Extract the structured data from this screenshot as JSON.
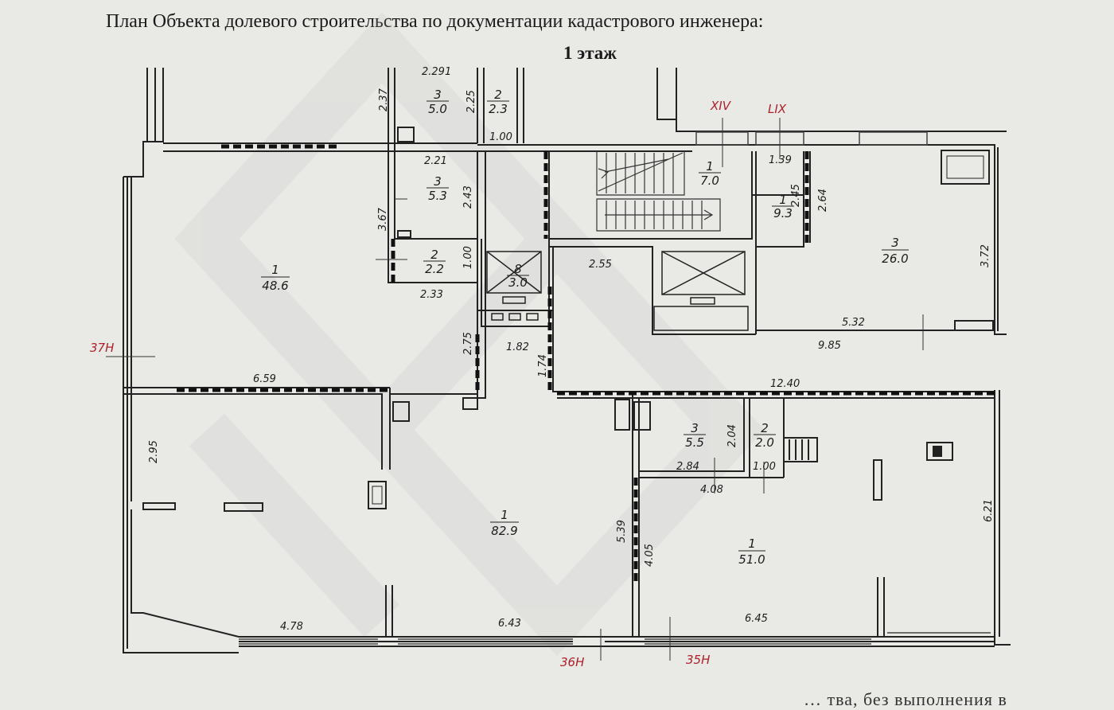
{
  "header": {
    "title": "План Объекта долевого строительства по документации кадастрового инженера:",
    "floor": "1 этаж"
  },
  "footer": {
    "partial_text": "… тва, без выполнения в"
  },
  "axes": {
    "xiv": "XIV",
    "lix": "LIX",
    "h37": "37Н",
    "h36": "36Н",
    "h35": "35Н"
  },
  "rooms": [
    {
      "id": "r1",
      "num": "1",
      "area": "48.6"
    },
    {
      "id": "r2",
      "num": "1",
      "area": "82.9"
    },
    {
      "id": "r3",
      "num": "1",
      "area": "51.0"
    },
    {
      "id": "r4",
      "num": "3",
      "area": "26.0"
    },
    {
      "id": "r5",
      "num": "3",
      "area": "5.0"
    },
    {
      "id": "r6",
      "num": "2",
      "area": "2.3"
    },
    {
      "id": "r7",
      "num": "3",
      "area": "5.3"
    },
    {
      "id": "r8",
      "num": "2",
      "area": "2.2"
    },
    {
      "id": "r9",
      "num": "8",
      "area": "3.0"
    },
    {
      "id": "r10",
      "num": "1",
      "area": "7.0"
    },
    {
      "id": "r11",
      "num": "1",
      "area": "9.3"
    },
    {
      "id": "r12",
      "num": "3",
      "area": "5.5"
    },
    {
      "id": "r13",
      "num": "2",
      "area": "2.0"
    }
  ],
  "dimensions": {
    "d2291": "2.291",
    "d237": "2.37",
    "d225": "2.25",
    "d100a": "1.00",
    "d221": "2.21",
    "d243": "2.43",
    "d367": "3.67",
    "d100b": "1.00",
    "d233": "2.33",
    "d255": "2.55",
    "d139": "1.39",
    "d245": "2.45",
    "d264": "2.64",
    "d372": "3.72",
    "d532": "5.32",
    "d985": "9.85",
    "d275": "2.75",
    "d182": "1.82",
    "d174": "1.74",
    "d659": "6.59",
    "d1240": "12.40",
    "d295": "2.95",
    "d204": "2.04",
    "d284": "2.84",
    "d100c": "1.00",
    "d408": "4.08",
    "d539": "5.39",
    "d405": "4.05",
    "d621": "6.21",
    "d478": "4.78",
    "d643": "6.43",
    "d645": "6.45"
  }
}
